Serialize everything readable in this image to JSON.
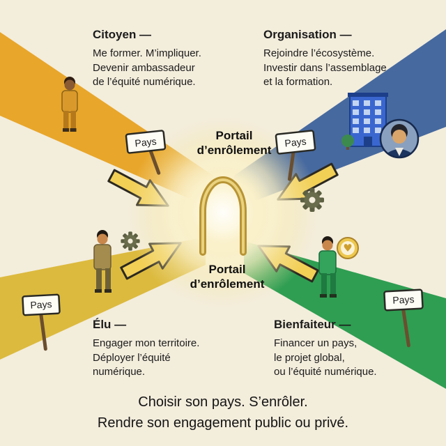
{
  "colors": {
    "background": "#f3eddc",
    "citizen_path": "#e8a62a",
    "organisation_path": "#46699f",
    "elected_path": "#dcba3e",
    "benefactor_path": "#2f9e52",
    "arrow_fill": "#f2cf55",
    "arch_gold": "#b89434"
  },
  "quadrants": {
    "citoyen": {
      "title": "Citoyen —",
      "lines": [
        "Me former. M’impliquer.",
        "Devenir ambassadeur",
        "de l’équité numérique."
      ],
      "sign": "Pays"
    },
    "organisation": {
      "title": "Organisation —",
      "lines": [
        "Rejoindre l’écosystème.",
        "Investir dans l’assemblage",
        "et la formation."
      ],
      "sign": "Pays"
    },
    "elu": {
      "title": "Élu —",
      "lines": [
        "Engager mon territoire.",
        "Déployer l’équité",
        "numérique."
      ],
      "sign": "Pays"
    },
    "bienfaiteur": {
      "title": "Bienfaiteur —",
      "lines": [
        "Financer un pays,",
        "le projet global,",
        "ou l’équité numérique."
      ],
      "sign": "Pays"
    }
  },
  "portal": {
    "line1": "Portail",
    "line2": "d’enrôlement"
  },
  "tagline": {
    "line1": "Choisir son pays. S’enrôler.",
    "line2": "Rendre son engagement public ou privé."
  }
}
